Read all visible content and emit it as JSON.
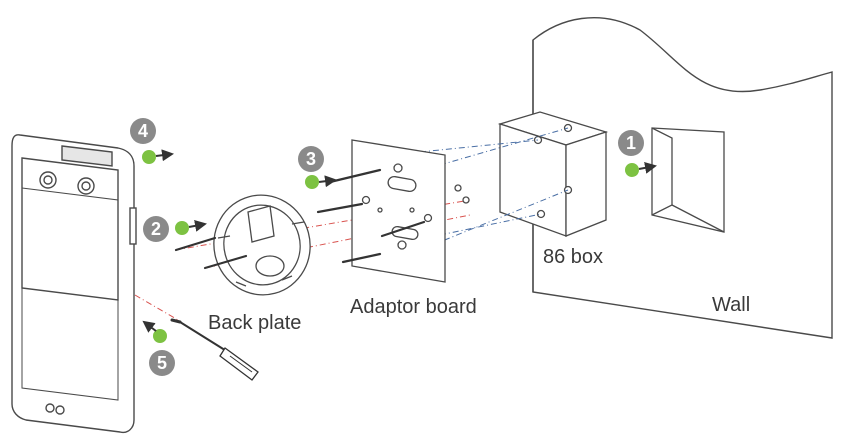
{
  "labels": {
    "back_plate": "Back plate",
    "adaptor_board": "Adaptor board",
    "box": "86 box",
    "wall": "Wall"
  },
  "steps": [
    "1",
    "2",
    "3",
    "4",
    "5"
  ],
  "colors": {
    "step_badge": "#8a8a8a",
    "marker_dot": "#7dc242",
    "line": "#4a4a4a",
    "dashed_red": "#d9534f",
    "dashed_blue": "#4a6fa5"
  },
  "icons": {
    "marker": "green-dot-arrow-icon",
    "screw": "screw-icon",
    "screwdriver": "screwdriver-icon"
  }
}
